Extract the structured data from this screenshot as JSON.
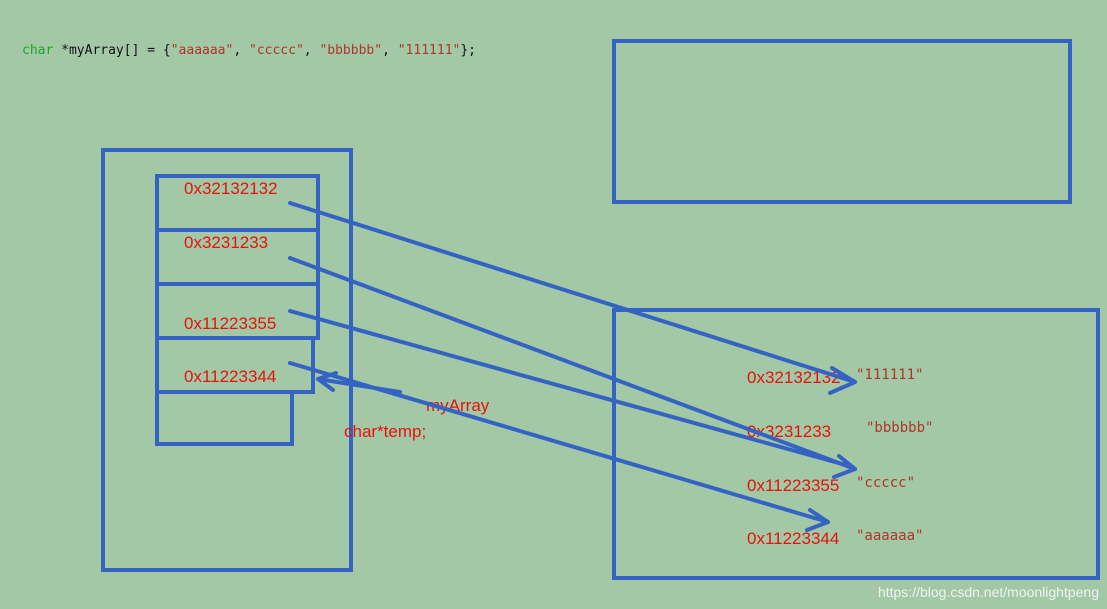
{
  "code": {
    "keyword": "char",
    "declaration": " *myArray[] = {",
    "strings": [
      "\"aaaaaa\"",
      "\"ccccc\"",
      "\"bbbbbb\"",
      "\"111111\""
    ],
    "separator": ", ",
    "terminator": "};"
  },
  "stack_cells": [
    "0x32132132",
    "0x3231233",
    "0x11223355",
    "0x11223344"
  ],
  "labels": {
    "array_name": "myArray",
    "temp_decl": "char*temp;"
  },
  "heap_entries": [
    {
      "address": "0x32132132",
      "value": "\"111111\""
    },
    {
      "address": "0x3231233",
      "value": "\"bbbbbb\""
    },
    {
      "address": "0x11223355",
      "value": "\"ccccc\""
    },
    {
      "address": "0x11223344",
      "value": "\"aaaaaa\""
    }
  ],
  "watermark": "https://blog.csdn.net/moonlightpeng",
  "colors": {
    "background": "#a2c8a6",
    "box_stroke": "#3563c4",
    "label_red": "#e8120c",
    "string_red": "#b0352b",
    "keyword_green": "#1aa822"
  }
}
